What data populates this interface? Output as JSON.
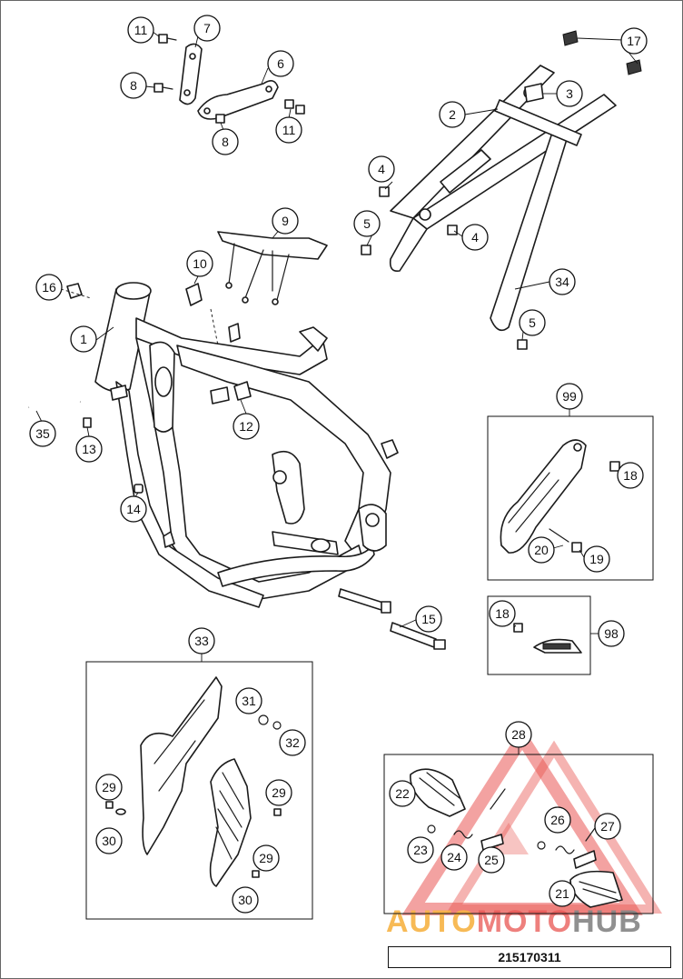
{
  "diagram": {
    "drawing_number": "215170311",
    "watermark": {
      "part1": "AUTO",
      "part2": "MOTO",
      "part3": "HUB",
      "color_orange": "#f5a623",
      "color_red": "#e53935",
      "color_gray": "#7a7a7a"
    },
    "callouts": [
      {
        "id": "c1",
        "label": "1"
      },
      {
        "id": "c2",
        "label": "2"
      },
      {
        "id": "c3",
        "label": "3"
      },
      {
        "id": "c4a",
        "label": "4"
      },
      {
        "id": "c4b",
        "label": "4"
      },
      {
        "id": "c5a",
        "label": "5"
      },
      {
        "id": "c5b",
        "label": "5"
      },
      {
        "id": "c6",
        "label": "6"
      },
      {
        "id": "c7",
        "label": "7"
      },
      {
        "id": "c8a",
        "label": "8"
      },
      {
        "id": "c8b",
        "label": "8"
      },
      {
        "id": "c9",
        "label": "9"
      },
      {
        "id": "c10",
        "label": "10"
      },
      {
        "id": "c11a",
        "label": "11"
      },
      {
        "id": "c11b",
        "label": "11"
      },
      {
        "id": "c12",
        "label": "12"
      },
      {
        "id": "c13",
        "label": "13"
      },
      {
        "id": "c14",
        "label": "14"
      },
      {
        "id": "c15",
        "label": "15"
      },
      {
        "id": "c16",
        "label": "16"
      },
      {
        "id": "c17",
        "label": "17"
      },
      {
        "id": "c18a",
        "label": "18"
      },
      {
        "id": "c18b",
        "label": "18"
      },
      {
        "id": "c19",
        "label": "19"
      },
      {
        "id": "c20",
        "label": "20"
      },
      {
        "id": "c21",
        "label": "21"
      },
      {
        "id": "c22",
        "label": "22"
      },
      {
        "id": "c23",
        "label": "23"
      },
      {
        "id": "c24",
        "label": "24"
      },
      {
        "id": "c25",
        "label": "25"
      },
      {
        "id": "c26",
        "label": "26"
      },
      {
        "id": "c27",
        "label": "27"
      },
      {
        "id": "c28",
        "label": "28"
      },
      {
        "id": "c29a",
        "label": "29"
      },
      {
        "id": "c29b",
        "label": "29"
      },
      {
        "id": "c29c",
        "label": "29"
      },
      {
        "id": "c30a",
        "label": "30"
      },
      {
        "id": "c30b",
        "label": "30"
      },
      {
        "id": "c31",
        "label": "31"
      },
      {
        "id": "c32",
        "label": "32"
      },
      {
        "id": "c33",
        "label": "33"
      },
      {
        "id": "c34",
        "label": "34"
      },
      {
        "id": "c35",
        "label": "35"
      },
      {
        "id": "c98",
        "label": "98"
      },
      {
        "id": "c99",
        "label": "99"
      }
    ]
  }
}
